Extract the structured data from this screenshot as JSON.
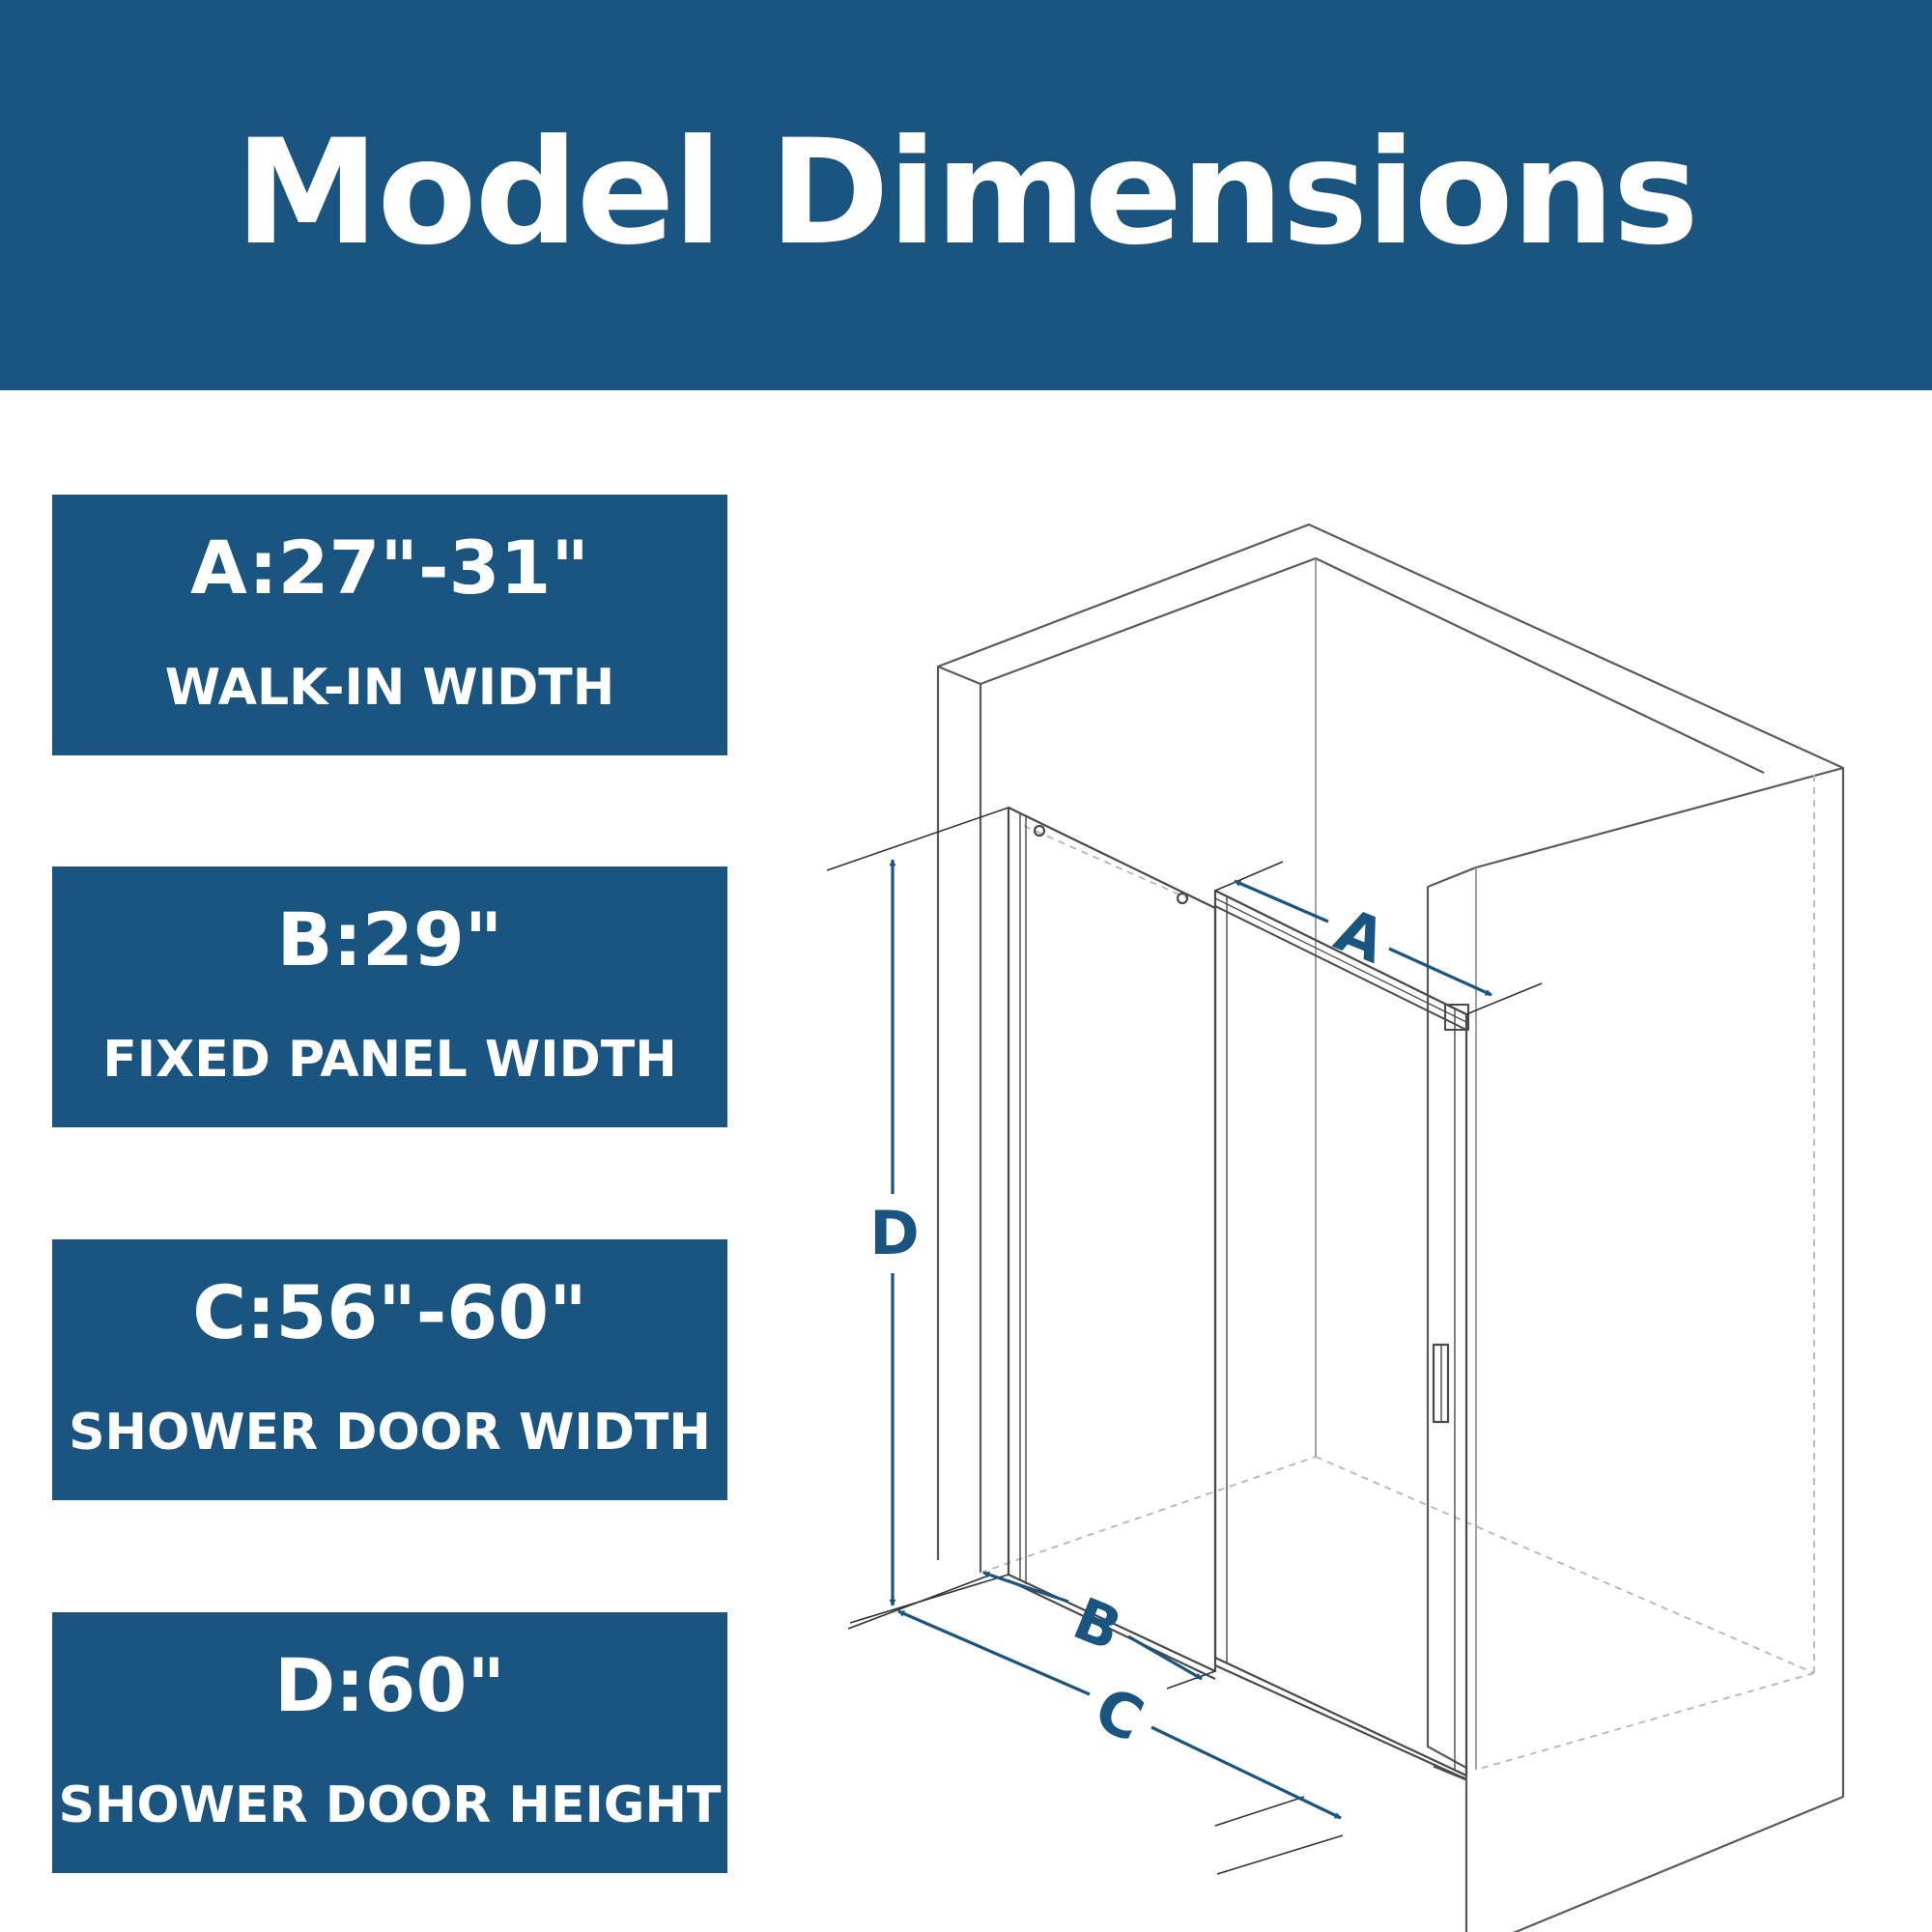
{
  "header": {
    "title": "Model Dimensions"
  },
  "specs": [
    {
      "value": "A:27\"-31\"",
      "label": "WALK-IN WIDTH"
    },
    {
      "value": "B:29\"",
      "label": "FIXED PANEL WIDTH"
    },
    {
      "value": "C:56\"-60\"",
      "label": "SHOWER DOOR WIDTH"
    },
    {
      "value": "D:60\"",
      "label": "SHOWER DOOR HEIGHT"
    }
  ],
  "diagram": {
    "letters": {
      "a": "A",
      "b": "B",
      "c": "C",
      "d": "D"
    }
  },
  "colors": {
    "brand": "#195580",
    "text_light": "#ffffff",
    "line": "#4a4a4a",
    "dashed": "#b5b5b5"
  }
}
